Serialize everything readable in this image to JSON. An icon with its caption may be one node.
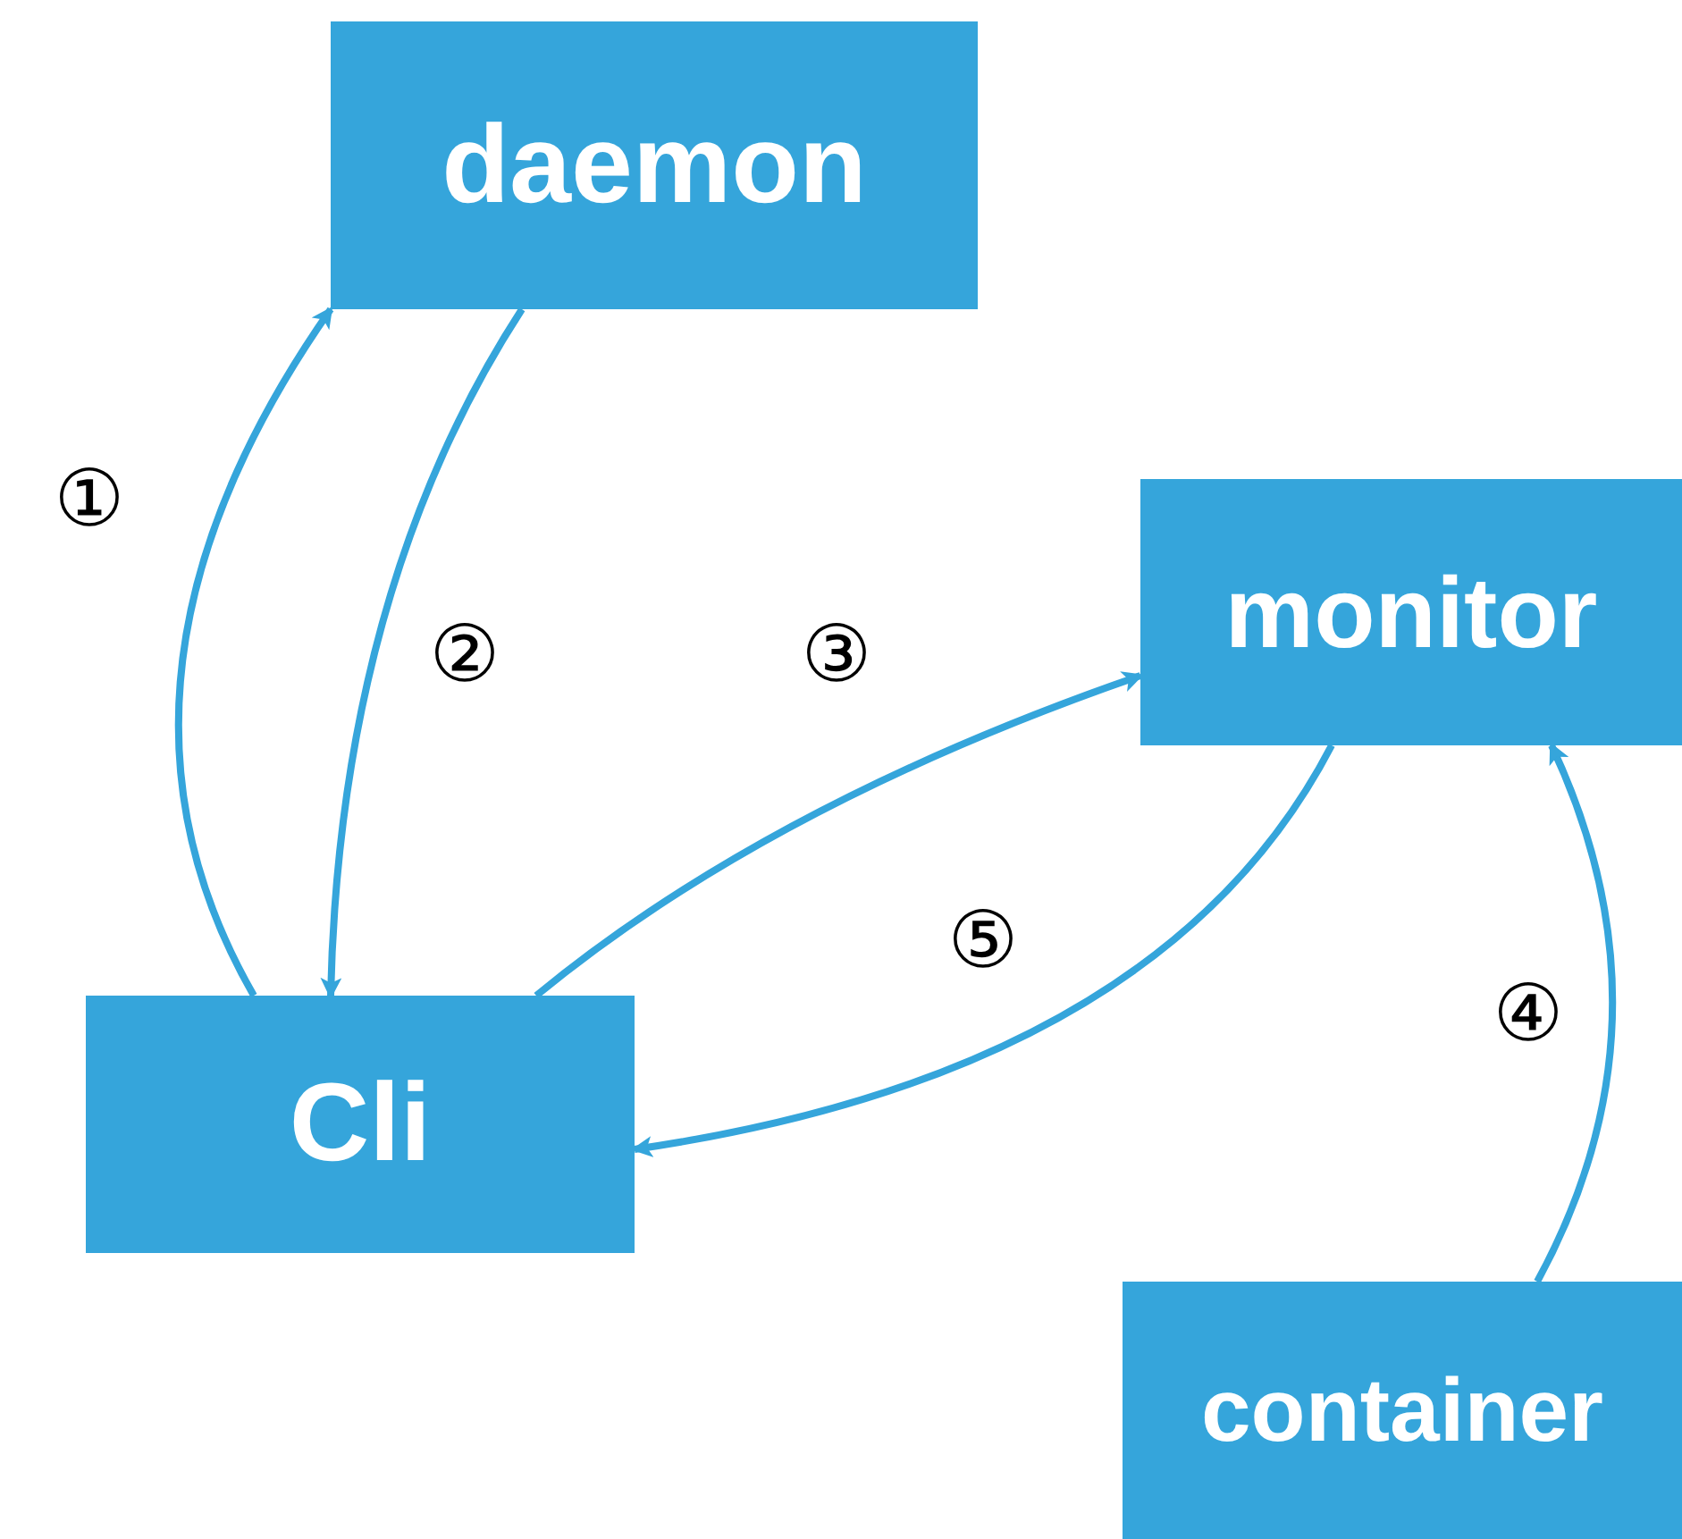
{
  "diagram": {
    "nodes": [
      {
        "text": [
          "daemon"
        ]
      },
      {
        "text": [
          "monitor"
        ]
      },
      {
        "text": [
          "Cli"
        ]
      },
      {
        "text": [
          "container"
        ]
      }
    ],
    "edges": [
      {
        "from": 2,
        "to": 0,
        "arrow": "to",
        "label": "①"
      },
      {
        "from": 0,
        "to": 2,
        "arrow": "to",
        "label": "②"
      },
      {
        "from": 2,
        "to": 1,
        "arrow": "to",
        "label": "③"
      },
      {
        "from": 3,
        "to": 1,
        "arrow": "to",
        "label": "④"
      },
      {
        "from": 1,
        "to": 2,
        "arrow": "to",
        "label": "⑤"
      }
    ]
  }
}
